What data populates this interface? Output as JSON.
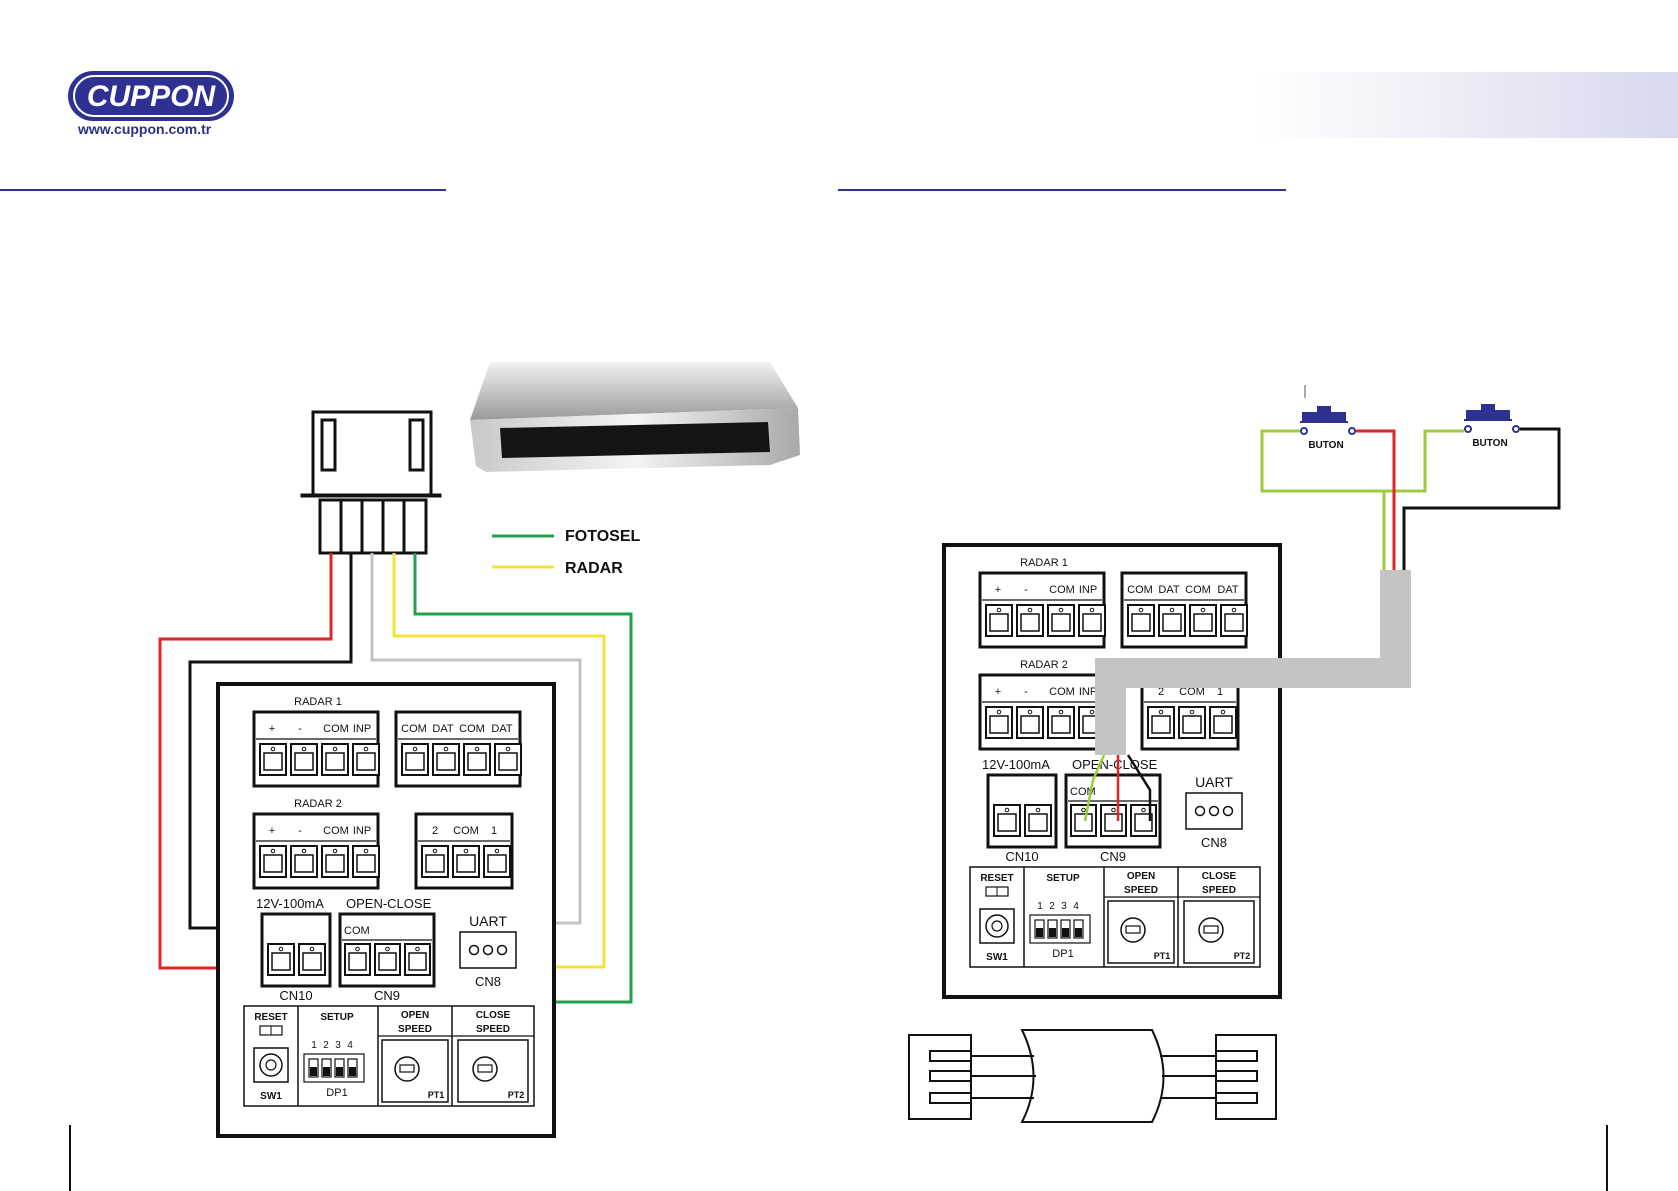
{
  "brand": {
    "name": "CUPPON",
    "url": "www.cuppon.com.tr",
    "color": "#2e3192"
  },
  "colors": {
    "red": "#e0262a",
    "black": "#111111",
    "grey": "#c4c4c4",
    "yellow": "#f4e23c",
    "green": "#22a04a",
    "lime": "#9ccb3b"
  },
  "legend": {
    "fotosel": "FOTOSEL",
    "radar": "RADAR"
  },
  "board": {
    "radar1": "RADAR 1",
    "radar2": "RADAR  2",
    "pm_labels": [
      "+",
      "-",
      "COM",
      "INP"
    ],
    "dat_labels": [
      "COM",
      "DAT",
      "COM",
      "DAT"
    ],
    "com3_labels": [
      "2",
      "COM",
      "1"
    ],
    "pwr": "12V-100mA",
    "openclose": "OPEN-CLOSE",
    "com_small": "COM",
    "uart": "UART",
    "cn10": "CN10",
    "cn9": "CN9",
    "cn8": "CN8",
    "reset": "RESET",
    "setup": "SETUP",
    "dip_nums": [
      "1",
      "2",
      "3",
      "4"
    ],
    "dp1": "DP1",
    "sw1": "SW1",
    "open": "OPEN",
    "close": "CLOSE",
    "speed": "SPEED",
    "pt1": "PT1",
    "pt2": "PT2"
  },
  "buttons": {
    "label": "BUTON"
  }
}
